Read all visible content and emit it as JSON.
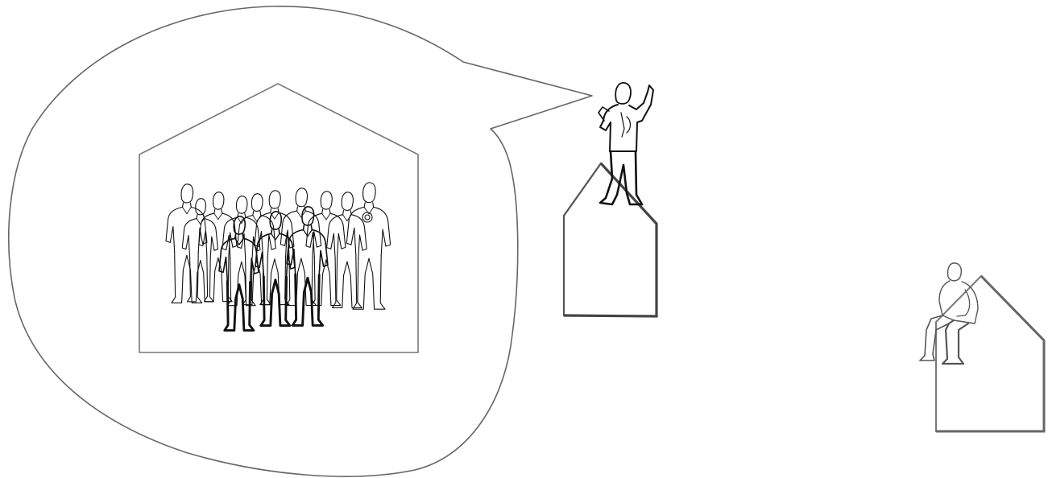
{
  "illustration": {
    "icons": [
      "thought-bubble",
      "house-outline",
      "crowd-group",
      "standing-person",
      "sitting-person"
    ],
    "colors": {
      "background": "#ffffff",
      "outline": "#666666",
      "figure_stroke": "#111111",
      "figure_light_stroke": "#555555"
    }
  }
}
